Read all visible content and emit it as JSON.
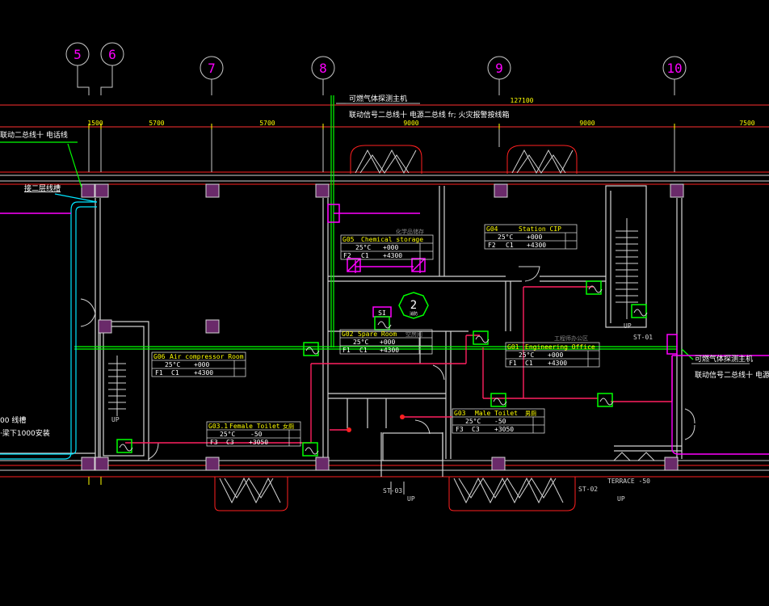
{
  "axes": [
    "5",
    "6",
    "7",
    "8",
    "9",
    "10"
  ],
  "overall_dimension": "127100",
  "bay_dimensions": [
    "5700",
    "5700",
    "9000",
    "9000",
    "7500"
  ],
  "small_dimension": "1500",
  "notes": {
    "top_left": "联动二总线十 电话线",
    "cable_tray": "接二层线槽",
    "gas_detector_top_title": "可燃气体探测主机",
    "gas_detector_top_line": "联动信号二总线十 电源二总线  fr; 火灾报警按线箱",
    "gas_detector_right_title": "可燃气体探测主机",
    "gas_detector_right_line": "联动信号二总线十 电源",
    "left_tray_1": "00 线槽",
    "left_tray_2": "·梁下1000安装"
  },
  "rooms": {
    "chemical": {
      "code": "G05",
      "name": "Chemical storage",
      "cn": "化学品储存",
      "temp": "25°C",
      "a": "+000",
      "floor": "F2",
      "c": "C1",
      "h": "+4300"
    },
    "cip": {
      "code": "G04",
      "name": "Station CIP",
      "temp": "25°C",
      "a": "+000",
      "floor": "F2",
      "c": "C1",
      "h": "+4300"
    },
    "spare": {
      "code": "G02",
      "name": "Spare Room",
      "cn": "空房间",
      "temp": "25°C",
      "a": "+000",
      "floor": "F1",
      "c": "C1",
      "h": "+4300"
    },
    "air": {
      "code": "G06",
      "name": "Air compressor Room",
      "temp": "25°C",
      "a": "+000",
      "floor": "F1",
      "c": "C1",
      "h": "+4300"
    },
    "engineering": {
      "code": "G01",
      "name": "Engineering Office",
      "cn": "工程师办公区",
      "temp": "25°C",
      "a": "+000",
      "floor": "F1",
      "c": "C1",
      "h": "+4300"
    },
    "female": {
      "code": "G03.1",
      "name": "Female Toilet",
      "cn": "女厕",
      "temp": "25°C",
      "a": "-50",
      "floor": "F3",
      "c": "C3",
      "h": "+3050"
    },
    "male": {
      "code": "G03",
      "name": "Male Toilet",
      "cn": "男厕",
      "temp": "25°C",
      "a": "-50",
      "floor": "F3",
      "c": "C3",
      "h": "+3050"
    }
  },
  "stairs": {
    "st01": "ST-01",
    "st02": "ST-02",
    "st03": "ST-03",
    "up": "UP"
  },
  "terrace": "TERRACE -50",
  "panel": {
    "label": "SI",
    "number": "2",
    "sub": "消防"
  },
  "colors": {
    "wall": "#d4d4d4",
    "red": "#ff1a1a",
    "magenta": "#ff00ff",
    "green": "#00ff00",
    "yellow": "#ffff00",
    "cyan": "#00e5ff",
    "grid": "#c8c8c8",
    "axis_text": "#ff00ff"
  }
}
